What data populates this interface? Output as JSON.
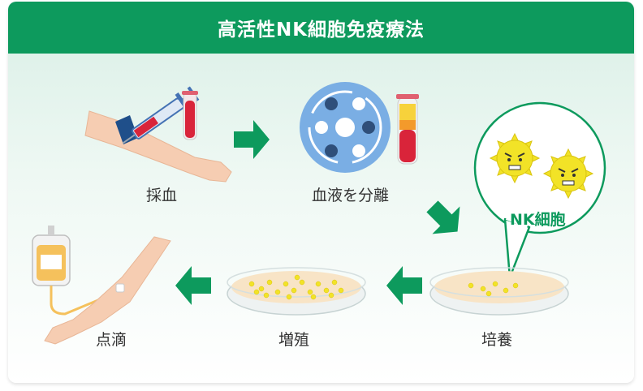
{
  "title": "高活性NK細胞免疫療法",
  "steps": {
    "blood_draw": "採血",
    "separation": "血液を分離",
    "culture": "培養",
    "proliferation": "増殖",
    "infusion": "点滴"
  },
  "bubble_label": "NK細胞",
  "colors": {
    "brand_green": "#0d9a5d",
    "arrow_green": "#0d9a5d",
    "skin": "#f6cdb2",
    "blood_red": "#d9243a",
    "centrifuge_blue": "#7aaee4",
    "nk_yellow": "#f2e327"
  },
  "icons": [
    "arm-syringe-icon",
    "test-tube-icon",
    "centrifuge-icon",
    "separated-tube-icon",
    "petri-dish-icon",
    "nk-cell-icon",
    "iv-bag-icon",
    "arm-icon"
  ]
}
